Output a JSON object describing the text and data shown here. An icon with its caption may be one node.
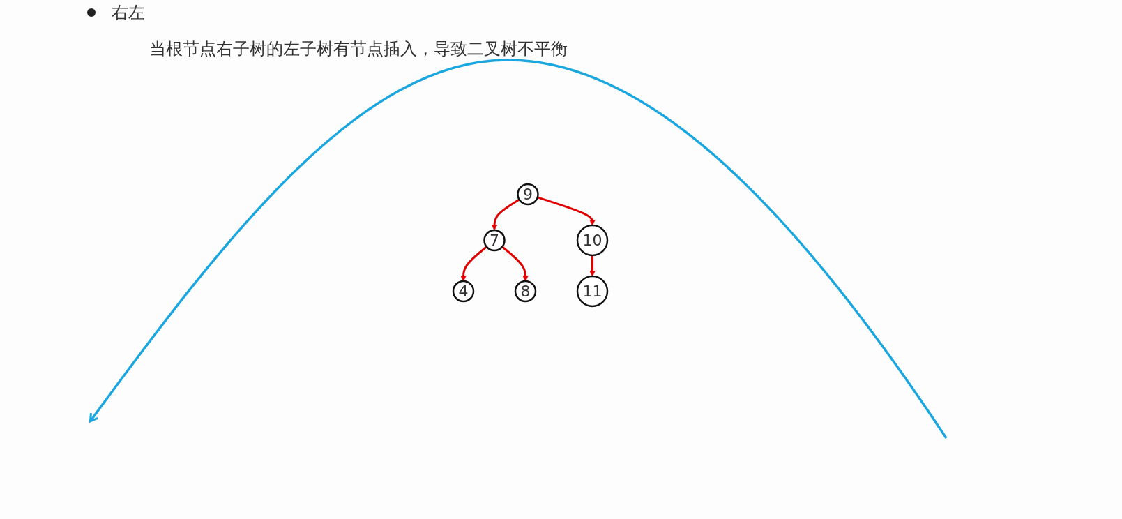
{
  "diagram": {
    "title": "右左",
    "nodes": [
      {
        "text": [
          "9"
        ]
      },
      {
        "text": [
          "7"
        ]
      },
      {
        "text": [
          "10"
        ]
      },
      {
        "text": [
          "4"
        ]
      },
      {
        "text": [
          "8"
        ]
      },
      {
        "text": [
          "11"
        ]
      }
    ],
    "edges": [
      {
        "from": 0,
        "to": 1,
        "arrow": "to"
      },
      {
        "from": 0,
        "to": 2,
        "arrow": "to"
      },
      {
        "from": 1,
        "to": 3,
        "arrow": "to"
      },
      {
        "from": 1,
        "to": 4,
        "arrow": "to"
      },
      {
        "from": 2,
        "to": 5,
        "arrow": "to"
      }
    ],
    "labels": [
      "当根节点右子树的左子树有节点插入，导致二叉树不平衡"
    ]
  }
}
